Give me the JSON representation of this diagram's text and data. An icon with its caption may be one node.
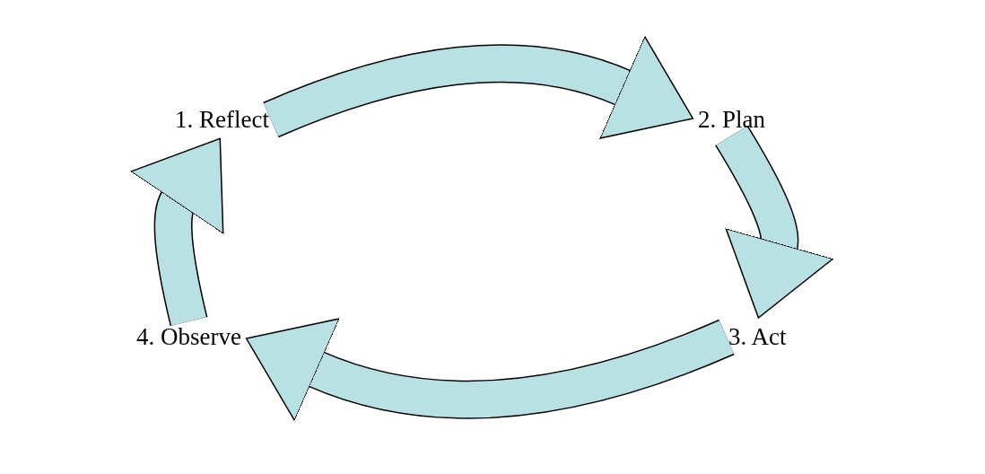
{
  "diagram": {
    "nodes": [
      {
        "text": [
          "1. Reflect"
        ]
      },
      {
        "text": [
          "2. Plan"
        ]
      },
      {
        "text": [
          "3. Act"
        ]
      },
      {
        "text": [
          "4. Observe"
        ]
      }
    ],
    "edges": [
      {
        "from": 0,
        "to": 1,
        "arrow": "to"
      },
      {
        "from": 1,
        "to": 2,
        "arrow": "to"
      },
      {
        "from": 2,
        "to": 3,
        "arrow": "to"
      },
      {
        "from": 3,
        "to": 0,
        "arrow": "to"
      }
    ]
  }
}
